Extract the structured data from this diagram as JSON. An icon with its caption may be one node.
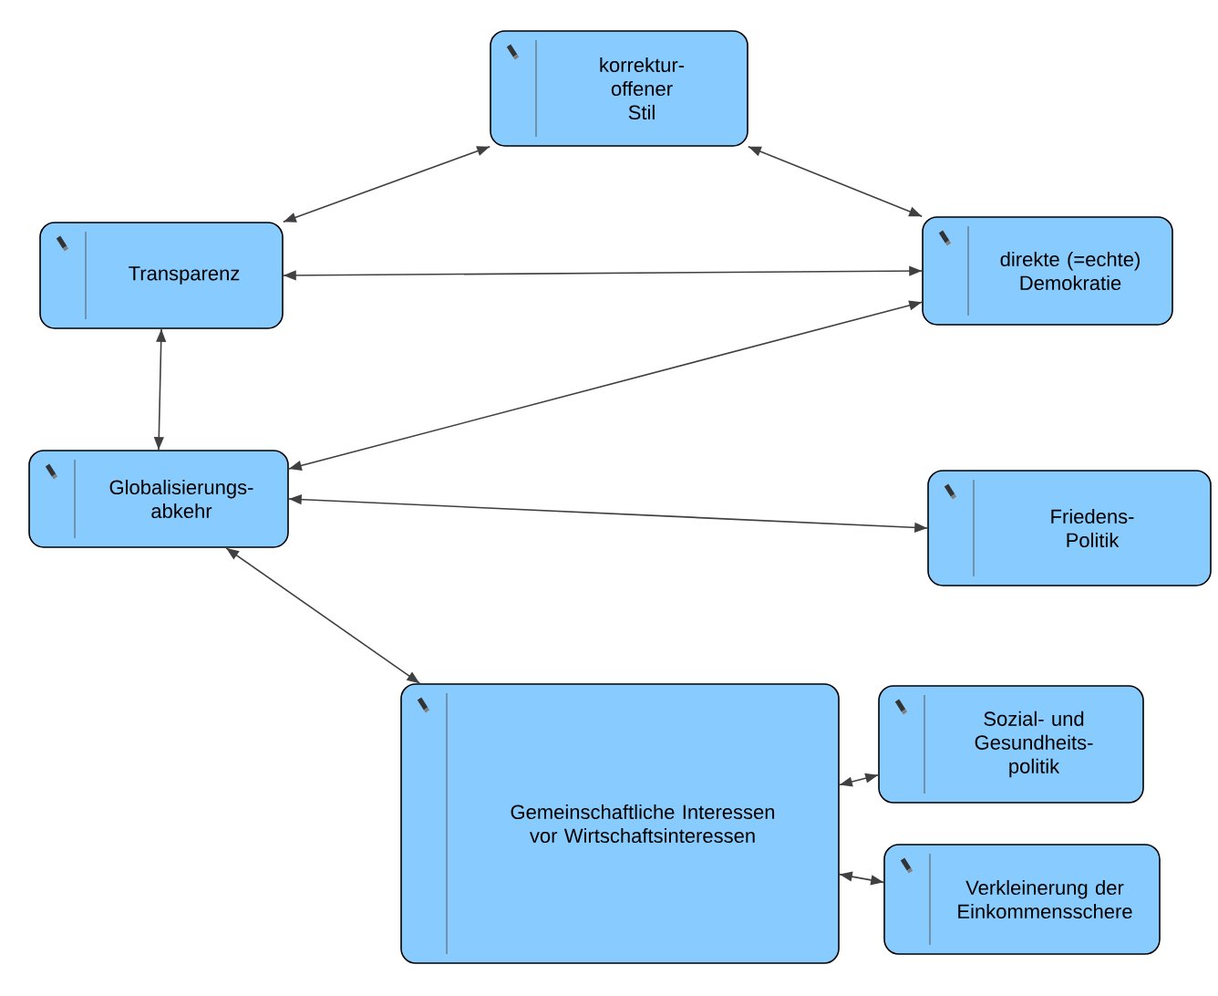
{
  "diagram": {
    "nodes": [
      {
        "text": [
          "korrektur- offener Stil"
        ]
      },
      {
        "text": [
          "Transparenz"
        ]
      },
      {
        "text": [
          "direkte (=echte) Demokratie"
        ]
      },
      {
        "text": [
          "Globalisierungs- abkehr"
        ]
      },
      {
        "text": [
          "Friedens- Politik"
        ]
      },
      {
        "text": [
          "Gemeinschaftliche Interessen vor Wirtschaftsinteressen"
        ]
      },
      {
        "text": [
          "Sozial- und Gesundheits- politik"
        ]
      },
      {
        "text": [
          "Verkleinerung der Einkommensschere"
        ]
      }
    ],
    "edges": [
      {
        "from": 0,
        "to": 1,
        "arrow": "both"
      },
      {
        "from": 0,
        "to": 2,
        "arrow": "both"
      },
      {
        "from": 1,
        "to": 2,
        "arrow": "both"
      },
      {
        "from": 1,
        "to": 3,
        "arrow": "both"
      },
      {
        "from": 2,
        "to": 3,
        "arrow": "both"
      },
      {
        "from": 3,
        "to": 4,
        "arrow": "both"
      },
      {
        "from": 3,
        "to": 5,
        "arrow": "both"
      },
      {
        "from": 5,
        "to": 6,
        "arrow": "both"
      },
      {
        "from": 5,
        "to": 7,
        "arrow": "both"
      }
    ]
  }
}
